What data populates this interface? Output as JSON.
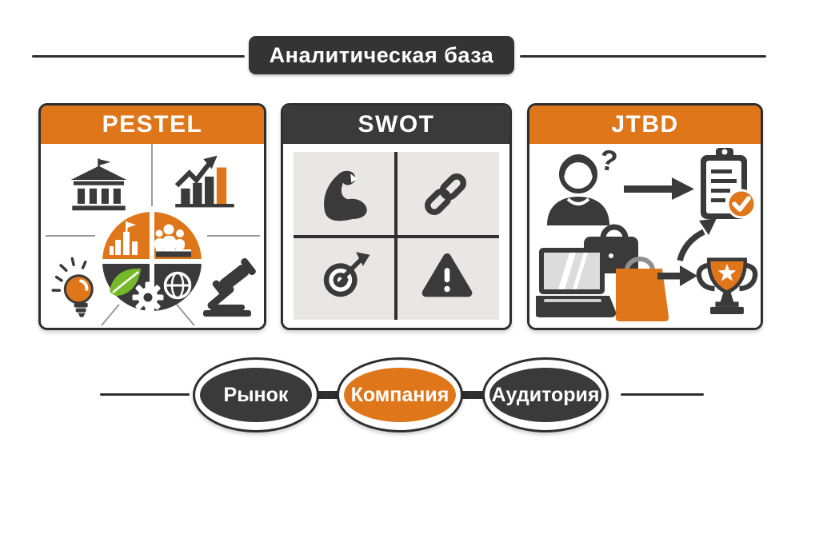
{
  "title": {
    "text": "Аналитическая база"
  },
  "cards": [
    {
      "title": "PESTEL",
      "header_color": "#E0761A",
      "icons": [
        "bank-icon",
        "growth-chart-icon",
        "pestel-wheel-icon",
        "city-icon",
        "people-icon",
        "leaf-icon",
        "gear-icon",
        "globe-icon",
        "lightbulb-icon",
        "gavel-icon"
      ]
    },
    {
      "title": "SWOT",
      "header_color": "#3A3A3A",
      "icons": [
        "strength-bicep-icon",
        "chain-link-icon",
        "target-arrow-icon",
        "warning-triangle-icon"
      ]
    },
    {
      "title": "JTBD",
      "header_color": "#E0761A",
      "icons": [
        "person-question-icon",
        "arrow-right-icon",
        "clipboard-check-icon",
        "laptop-icon",
        "briefcase-icon",
        "shopping-bag-icon",
        "growth-curve-arrow-icon",
        "trophy-star-icon"
      ]
    }
  ],
  "glyphs": {
    "question_mark": "?"
  },
  "flow_nodes": [
    {
      "label": "Рынок",
      "fill": "#3A3A3A"
    },
    {
      "label": "Компания",
      "fill": "#E0761A"
    },
    {
      "label": "Аудитория",
      "fill": "#3A3A3A"
    }
  ],
  "colors": {
    "accent_orange": "#E0761A",
    "charcoal": "#3A3A3A",
    "leaf_green": "#76B82A",
    "swot_panel_gray": "#E8E7E4",
    "divider_gray": "#9A9A9A",
    "background": "#FFFFFF",
    "text_on_dark": "#FFFFFF"
  }
}
